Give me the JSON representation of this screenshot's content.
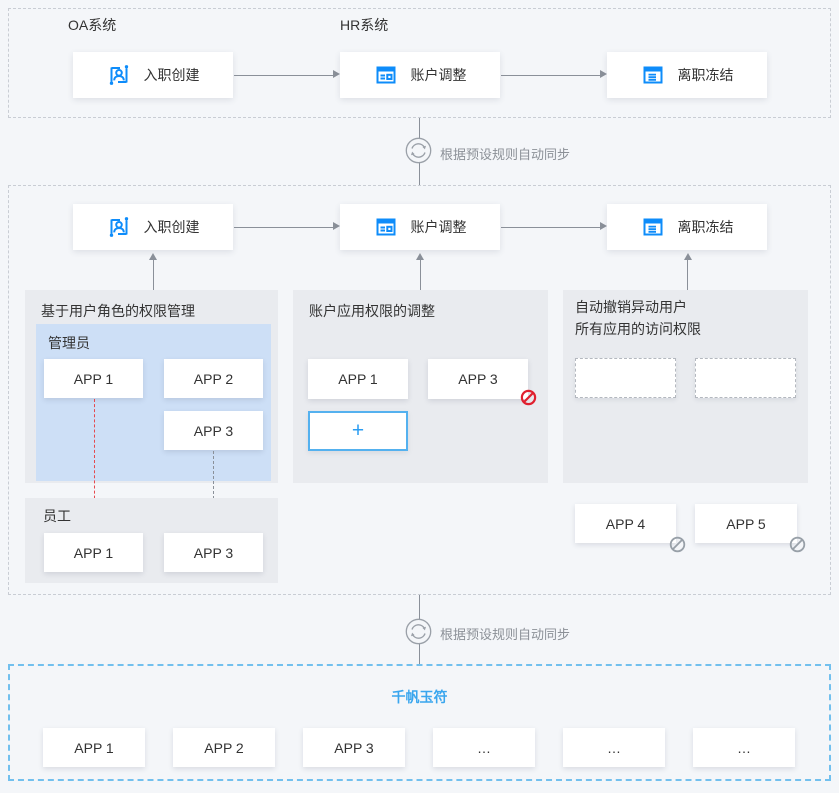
{
  "header": {
    "oa_system": "OA系统",
    "hr_system": "HR系统"
  },
  "flow": {
    "onboard": "入职创建",
    "account_adjust": "账户调整",
    "resign_freeze": "离职冻结"
  },
  "sync": {
    "label": "根据预设规则自动同步"
  },
  "panels": {
    "role": {
      "title": "基于用户角色的权限管理",
      "admin": {
        "label": "管理员",
        "apps": [
          "APP 1",
          "APP 2",
          "APP 3"
        ]
      },
      "staff": {
        "label": "员工",
        "apps": [
          "APP 1",
          "APP 3"
        ]
      }
    },
    "adjust": {
      "title": "账户应用权限的调整",
      "apps": [
        "APP 1",
        "APP 3"
      ],
      "add_button": "+"
    },
    "revoke": {
      "title_line1": "自动撤销异动用户",
      "title_line2": "所有应用的访问权限",
      "revoked_apps": [
        "APP 4",
        "APP 5"
      ]
    }
  },
  "bottom": {
    "title": "千帆玉符",
    "apps": [
      "APP 1",
      "APP 2",
      "APP 3",
      "…",
      "…",
      "…"
    ]
  },
  "colors": {
    "icon_blue": "#0e8cfa",
    "accent_sky": "#3aa6ee",
    "plus_border": "#54b1ef",
    "forbid_red": "#e0202f",
    "forbid_gray": "#98a0a8",
    "red_dash_arrow": "#e5484d",
    "panel_gray": "#e9ebef",
    "panel_blue": "#cddff6"
  }
}
